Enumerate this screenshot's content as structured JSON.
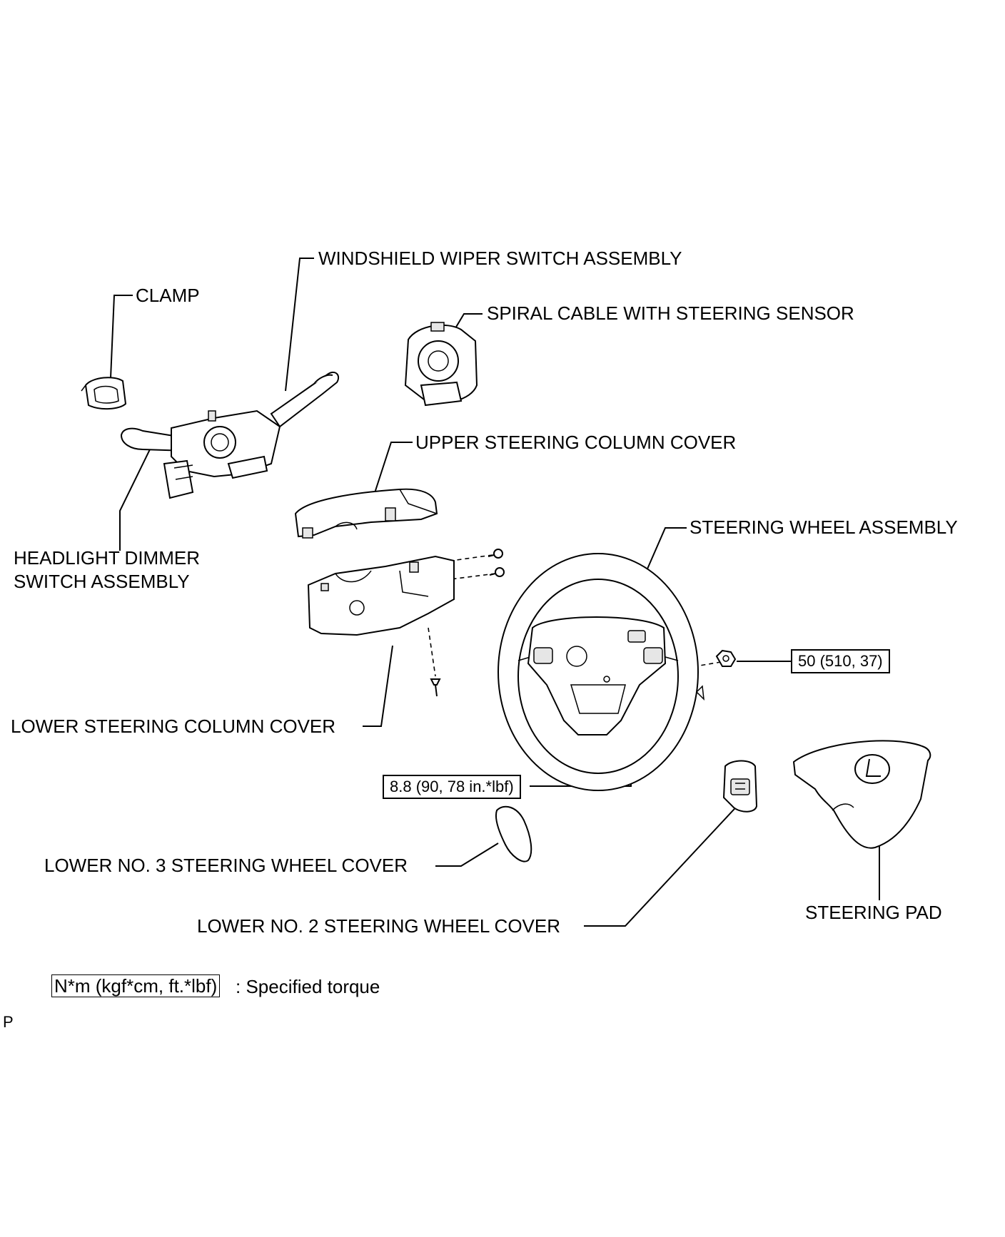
{
  "labels": {
    "windshield_wiper": "WINDSHIELD WIPER SWITCH ASSEMBLY",
    "clamp": "CLAMP",
    "spiral_cable": "SPIRAL CABLE WITH STEERING SENSOR",
    "upper_cover": "UPPER STEERING COLUMN COVER",
    "steering_wheel": "STEERING WHEEL ASSEMBLY",
    "headlight_line1": "HEADLIGHT DIMMER",
    "headlight_line2": "SWITCH ASSEMBLY",
    "lower_column_cover": "LOWER STEERING COLUMN COVER",
    "lower_no3": "LOWER NO. 3 STEERING WHEEL COVER",
    "lower_no2": "LOWER NO. 2 STEERING WHEEL COVER",
    "steering_pad": "STEERING PAD"
  },
  "torques": {
    "nut": "50 (510, 37)",
    "screws": "8.8 (90, 78 in.*lbf)"
  },
  "legend": {
    "box": "N*m (kgf*cm, ft.*lbf)",
    "text": ": Specified torque"
  },
  "corner_mark": "P"
}
